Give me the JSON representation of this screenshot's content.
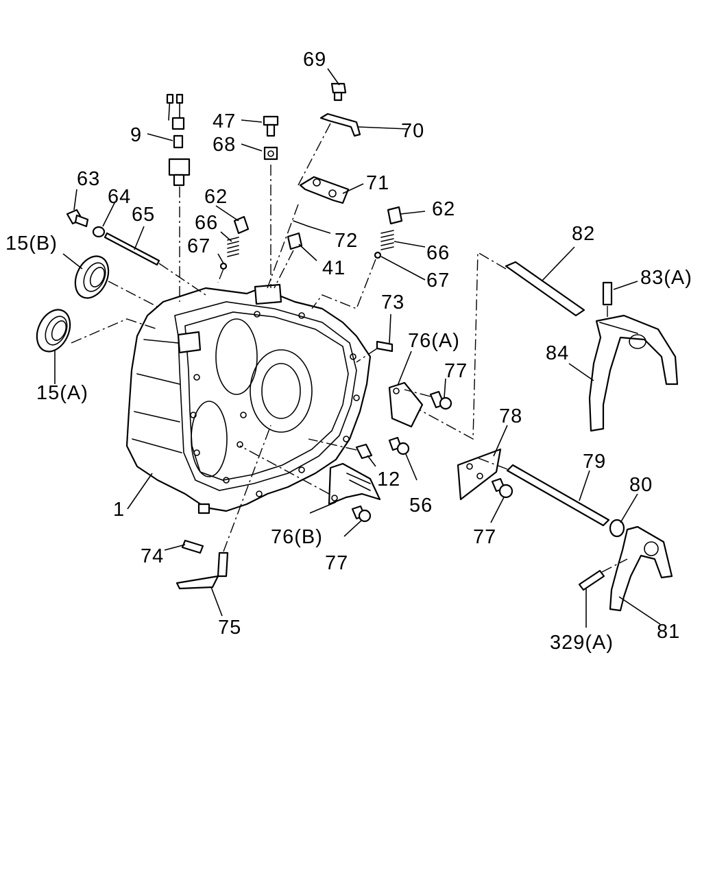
{
  "callouts": {
    "c1": "1",
    "c9": "9",
    "c12": "12",
    "c15a": "15(A)",
    "c15b": "15(B)",
    "c41": "41",
    "c47": "47",
    "c56": "56",
    "c62a": "62",
    "c62b": "62",
    "c63": "63",
    "c64": "64",
    "c65": "65",
    "c66a": "66",
    "c66b": "66",
    "c67a": "67",
    "c67b": "67",
    "c68": "68",
    "c69": "69",
    "c70": "70",
    "c71": "71",
    "c72": "72",
    "c73": "73",
    "c74": "74",
    "c75": "75",
    "c76a": "76(A)",
    "c76b": "76(B)",
    "c77a": "77",
    "c77b": "77",
    "c77c": "77",
    "c78": "78",
    "c79": "79",
    "c80": "80",
    "c81": "81",
    "c82": "82",
    "c83a": "83(A)",
    "c84": "84",
    "c329a": "329(A)"
  }
}
